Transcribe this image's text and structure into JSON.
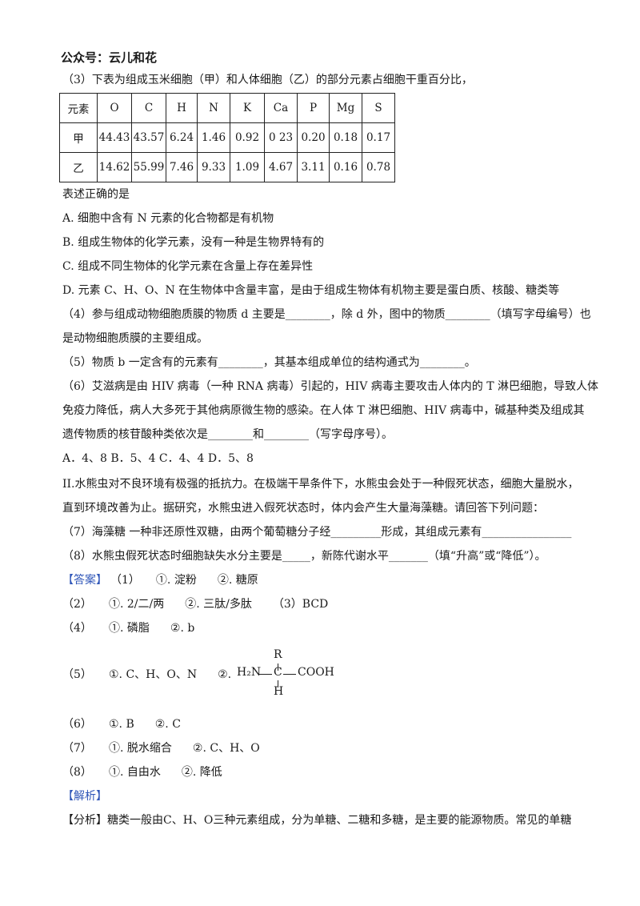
{
  "header": "公众号：云儿和花",
  "q3": {
    "intro": "（3）下表为组成玉米细胞（甲）和人体细胞（乙）的部分元素占细胞干重百分比，",
    "table": {
      "headers": [
        "元素",
        "O",
        "C",
        "H",
        "N",
        "K",
        "Ca",
        "P",
        "Mg",
        "S"
      ],
      "rows": [
        [
          "甲",
          "44.43",
          "43.57",
          "6.24",
          "1.46",
          "0.92",
          "0 23",
          "0.20",
          "0.18",
          "0.17"
        ],
        [
          "乙",
          "14.62",
          "55.99",
          "7.46",
          "9.33",
          "1.09",
          "4.67",
          "3.11",
          "0.16",
          "0.78"
        ]
      ]
    },
    "stem": "表述正确的是",
    "options": [
      "A.  细胞中含有 N 元素的化合物都是有机物",
      "B.  组成生物体的化学元素，没有一种是生物界特有的",
      "C.  组成不同生物体的化学元素在含量上存在差异性",
      "D.  元素 C、H、O、N 在生物体中含量丰富，是由于组成生物体有机物主要是蛋白质、核酸、糖类等"
    ]
  },
  "q4": {
    "line1": "（4）参与组成动物细胞质膜的物质 d 主要是________，除 d 外，图中的物质________（填写字母编号）也",
    "line2": "是动物细胞质膜的主要组成。"
  },
  "q5": "（5）物质 b 一定含有的元素有________，其基本组成单位的结构通式为________。",
  "q6": {
    "line1": "（6）艾滋病是由 HIV 病毒（一种 RNA 病毒）引起的，HIV 病毒主要攻击人体内的 T 淋巴细胞，导致人体",
    "line2": "免疫力降低，病人大多死于其他病原微生物的感染。在人体 T 淋巴细胞、HIV 病毒中，碱基种类及组成其",
    "line3": "遗传物质的核苷酸种类依次是________和________（写字母序号）。",
    "options": "A．4、8    B．5、4    C．4、4    D．5、8"
  },
  "part2": {
    "line1": "II.水熊虫对不良环境有极强的抵抗力。在极端干旱条件下，水熊虫会处于一种假死状态，细胞大量脱水，",
    "line2": "直到环境改善为止。据研究，水熊虫进入假死状态时，体内会产生大量海藻糖。请回答下列问题：",
    "q7": "（7）海藻糖    一种非还原性双糖，由两个葡萄糖分子经_________形成，其组成元素有________________",
    "q8": "（8）水熊虫假死状态时细胞缺失水分主要是_____，新陈代谢水平_______（填“升高”或“降低”）。"
  },
  "answers": {
    "label": "【答案】",
    "a1_num": "（1）",
    "a1": [
      "①. 淀粉",
      "②. 糖原"
    ],
    "a2_num": "（2）",
    "a2": [
      "①. 2/二/两",
      "②. 三肽/多肽",
      "（3）BCD"
    ],
    "a4_num": "（4）",
    "a4": [
      "①. 磷脂",
      "②. b"
    ],
    "a5_num": "（5）",
    "a5": [
      "①. C、H、O、N",
      "②."
    ],
    "a5_formula": {
      "top": "R",
      "left": "H₂N",
      "center": "C",
      "right": "COOH",
      "bottom": "H"
    },
    "a6_num": "（6）",
    "a6": [
      "①. B",
      "②. C"
    ],
    "a7_num": "（7）",
    "a7": [
      "①. 脱水缩合",
      "②. C、H、O"
    ],
    "a8_num": "（8）",
    "a8": [
      "①. 自由水",
      "②. 降低"
    ]
  },
  "analysis": {
    "label": "【解析】",
    "analysis_label": "【分析】",
    "text": "糖类一般由C、H、O三种元素组成，分为单糖、二糖和多糖，是主要的能源物质。常见的单糖"
  },
  "colors": {
    "accent": "#2f56b8",
    "text": "#1a1a1a"
  }
}
